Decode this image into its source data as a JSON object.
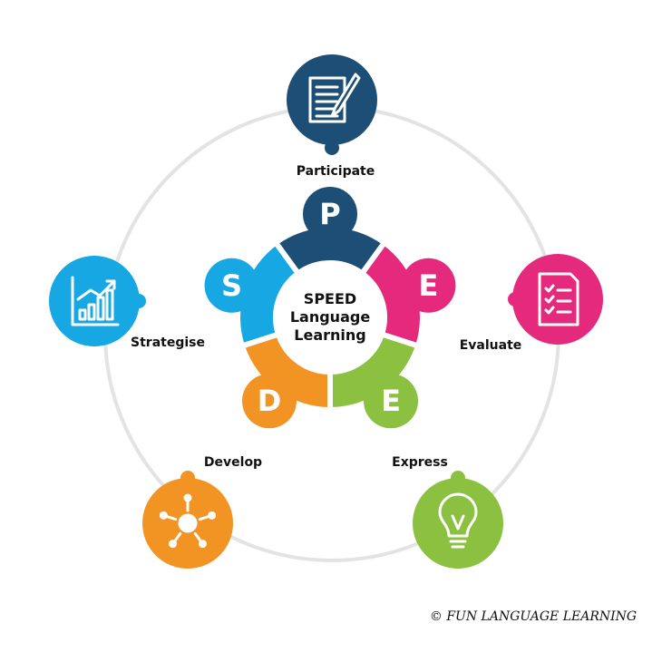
{
  "center": {
    "line1": "SPEED",
    "line2": "Language",
    "line3": "Learning"
  },
  "segments": [
    {
      "letter": "P",
      "label": "Participate",
      "color": "#1d4f76",
      "icon": "document-pen-icon"
    },
    {
      "letter": "E",
      "label": "Evaluate",
      "color": "#e5297d",
      "icon": "checklist-icon"
    },
    {
      "letter": "E",
      "label": "Express",
      "color": "#8cc040",
      "icon": "lightbulb-icon"
    },
    {
      "letter": "D",
      "label": "Develop",
      "color": "#f29423",
      "icon": "expand-arrows-icon"
    },
    {
      "letter": "S",
      "label": "Strategise",
      "color": "#17a8e3",
      "icon": "growth-chart-icon"
    }
  ],
  "copyright": "© FUN LANGUAGE LEARNING"
}
